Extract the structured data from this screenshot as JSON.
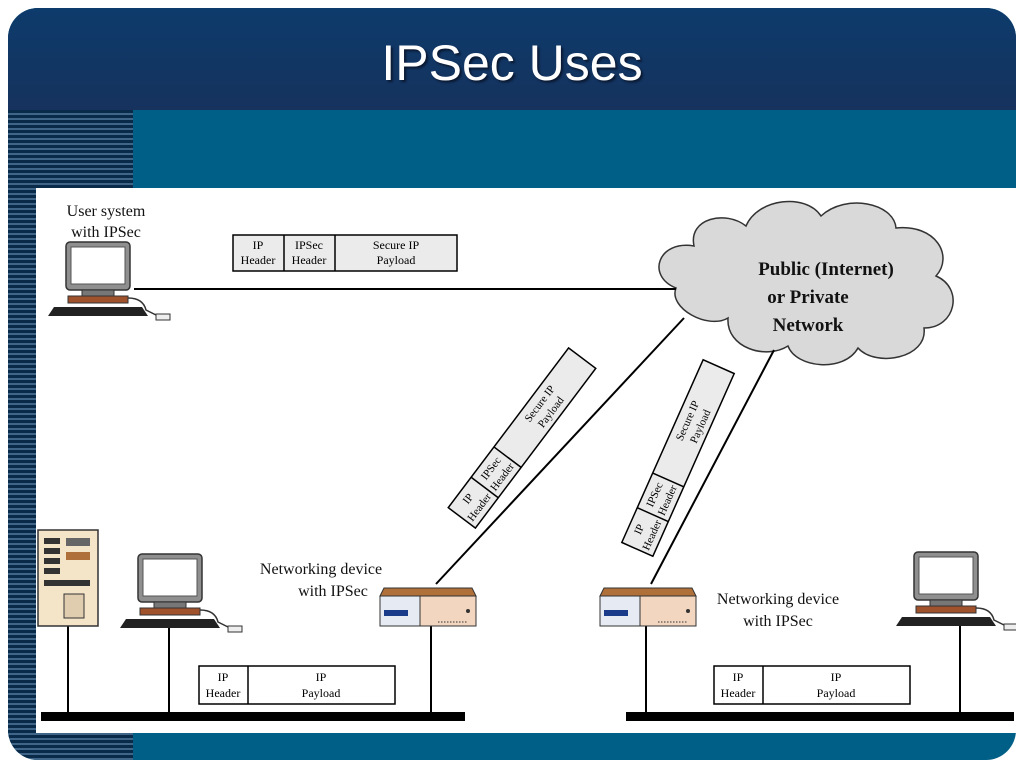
{
  "slide": {
    "title": "IPSec Uses"
  },
  "diagram": {
    "cloud_label": [
      "Public (Internet)",
      "or Private",
      "Network"
    ],
    "user_system_label": [
      "User system",
      "with IPSec"
    ],
    "device_left_label": [
      "Networking device",
      "with IPSec"
    ],
    "device_right_label": [
      "Networking device",
      "with IPSec"
    ],
    "packet_ipsec": {
      "ip_header": [
        "IP",
        "Header"
      ],
      "ipsec_header": [
        "IPSec",
        "Header"
      ],
      "payload": [
        "Secure IP",
        "Payload"
      ]
    },
    "packet_plain": {
      "ip_header": [
        "IP",
        "Header"
      ],
      "payload": [
        "IP",
        "Payload"
      ]
    }
  }
}
